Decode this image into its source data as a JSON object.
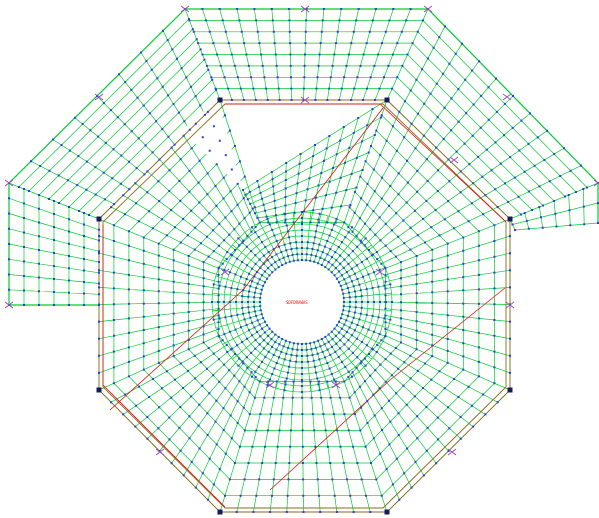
{
  "drawing": {
    "center_label": "SDFDRAWAS",
    "colors": {
      "background": "#ffffff",
      "mesh_line": "#00cc33",
      "node": "#2b3fd6",
      "red_line": "#e01010",
      "support": "#a040c0",
      "outline": "#8b6a1e",
      "label": "#ff0000"
    },
    "layers": [
      "mesh",
      "nodes",
      "supports",
      "red-lines",
      "outline"
    ]
  }
}
